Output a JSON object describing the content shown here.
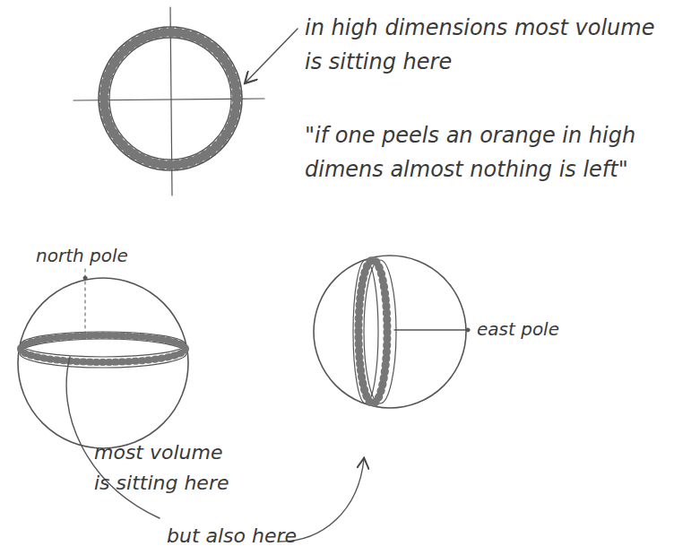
{
  "diagram": {
    "labels": [
      "in high dimensions most volume is sitting here",
      "\"if one peels an orange in high dimens almost nothing is left\"",
      "north pole",
      "east pole",
      "most volume is sitting here",
      "but also here"
    ]
  }
}
